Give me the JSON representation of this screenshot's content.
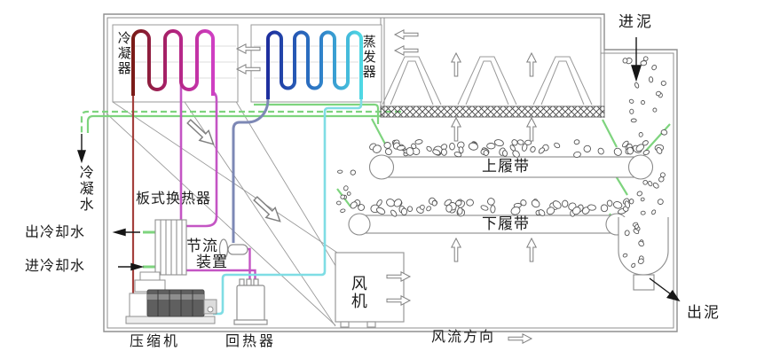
{
  "diagram": {
    "labels": {
      "condenser": "冷凝器",
      "evaporator": "蒸发器",
      "sludge_in": "进泥",
      "upper_belt": "上履带",
      "lower_belt": "下履带",
      "condensate_water": "冷凝水",
      "plate_heat_exchanger": "板式换热器",
      "throttle_line1": "节流",
      "throttle_line2": "装置",
      "cooling_water_out": "出冷却水",
      "cooling_water_in": "进冷却水",
      "compressor": "压缩机",
      "regenerator": "回热器",
      "fan": "风机",
      "airflow_direction": "风流方向",
      "sludge_out": "出泥"
    },
    "colors": {
      "hot_gas_red": "#a4403c",
      "liquid_magenta": "#c455c4",
      "expansion_blue": "#7d88b5",
      "suction_cyan": "#7fdde4",
      "condensate_green": "#7ed47e",
      "coil_condenser_start": "#7a1b17",
      "coil_condenser_end": "#cf3fc3",
      "coil_evaporator_start": "#1e2f9e",
      "coil_evaporator_end": "#4fd8e4",
      "structure_gray": "#8f8f8f"
    }
  }
}
